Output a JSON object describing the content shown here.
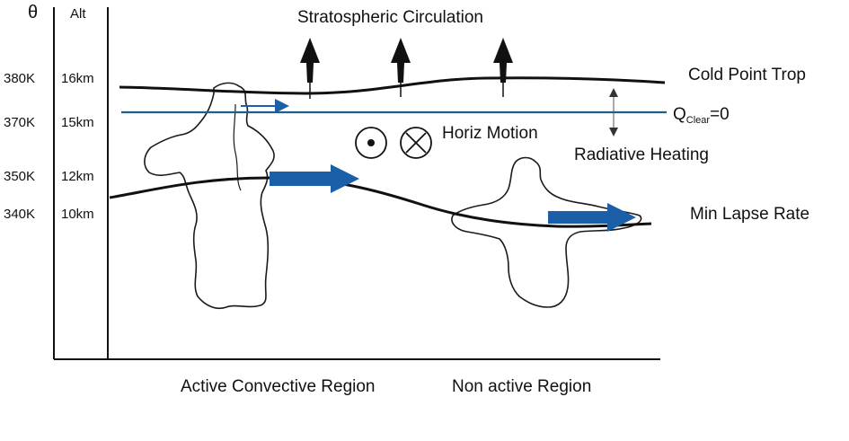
{
  "axis": {
    "theta_header": "θ",
    "alt_header": "Alt",
    "theta_ticks": [
      "380K",
      "370K",
      "350K",
      "340K"
    ],
    "alt_ticks": [
      "16km",
      "15km",
      "12km",
      "10km"
    ]
  },
  "labels": {
    "stratospheric_circulation": "Stratospheric Circulation",
    "cold_point_trop": "Cold Point Trop",
    "q_clear_main": "Q",
    "q_clear_sub": "Clear",
    "q_clear_tail": "=0",
    "horiz_motion": "Horiz Motion",
    "radiative_heating": "Radiative Heating",
    "min_lapse_rate": "Min Lapse Rate",
    "active_region": "Active Convective Region",
    "non_active_region": "Non active Region"
  },
  "colors": {
    "line": "#111111",
    "q_clear_line": "#1f5f8a",
    "flow_arrow": "#1a5fa8",
    "radiative_arrow": "#444444"
  }
}
